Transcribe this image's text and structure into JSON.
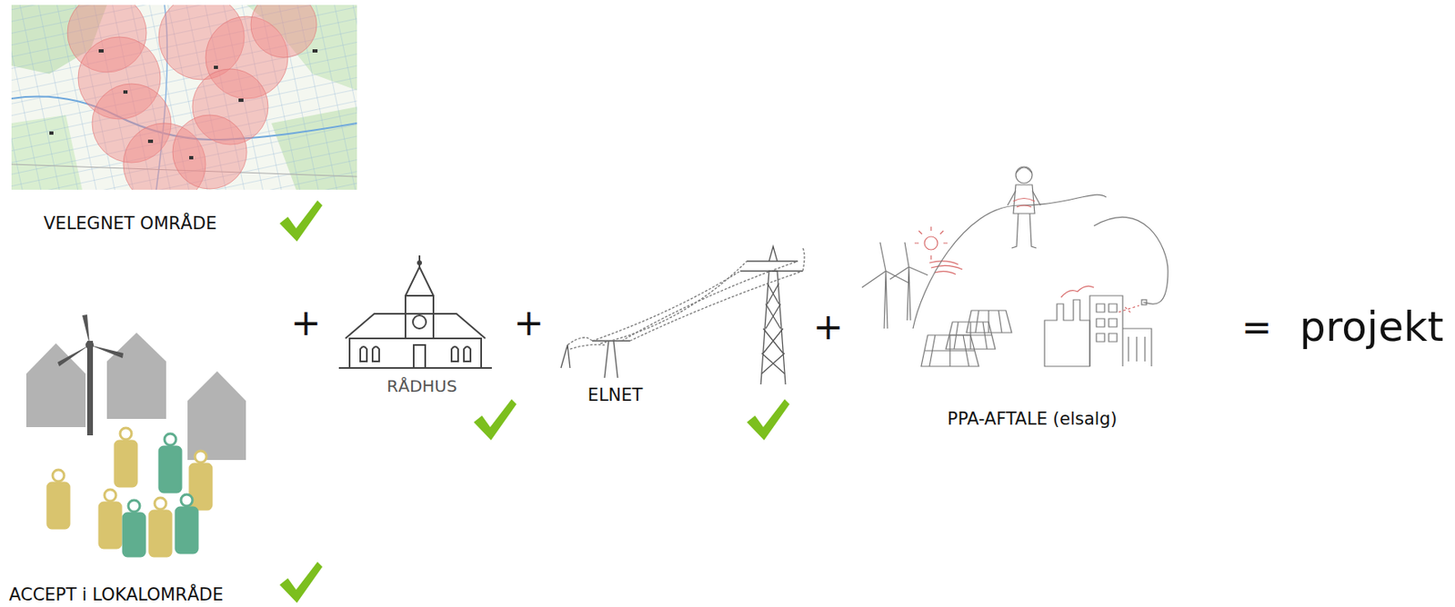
{
  "diagram": {
    "labels": [
      "VELEGNET OMRÅDE",
      "ACCEPT i LOKALOMRÅDE",
      "+",
      "RÅDHUS",
      "+",
      "ELNET",
      "+",
      "PPA-AFTALE (elsalg)",
      "=",
      "projekt"
    ]
  }
}
